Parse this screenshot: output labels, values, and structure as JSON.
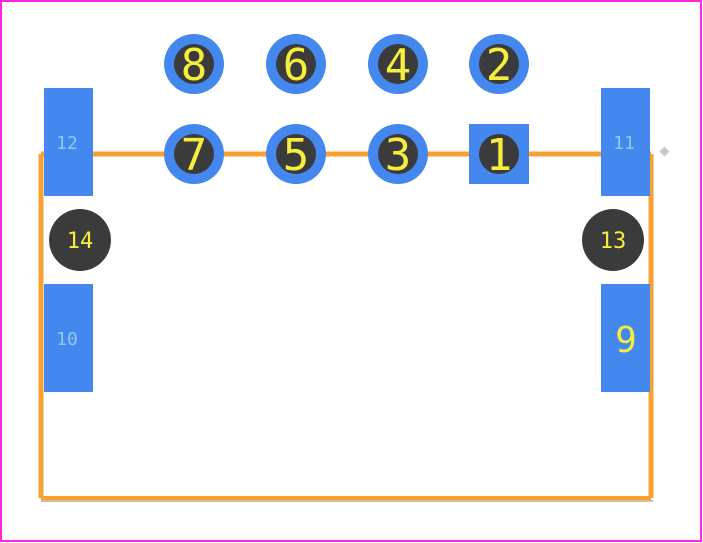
{
  "colors": {
    "background": "#ffffff",
    "board_border": "#ff26e2",
    "outline": "#f7a131",
    "outline_bottom": "#d7be9a",
    "pad": "#4487ee",
    "hole": "#3b3b3b",
    "label_yellow": "#f5ee3c",
    "label_blue": "#8fc9f5",
    "marker": "#c8c8c8"
  },
  "through_hole_pads": [
    {
      "id": "pad-8",
      "label": "8",
      "shape": "circle"
    },
    {
      "id": "pad-6",
      "label": "6",
      "shape": "circle"
    },
    {
      "id": "pad-4",
      "label": "4",
      "shape": "circle"
    },
    {
      "id": "pad-2",
      "label": "2",
      "shape": "circle"
    },
    {
      "id": "pad-7",
      "label": "7",
      "shape": "circle"
    },
    {
      "id": "pad-5",
      "label": "5",
      "shape": "circle"
    },
    {
      "id": "pad-3",
      "label": "3",
      "shape": "circle"
    },
    {
      "id": "pad-1",
      "label": "1",
      "shape": "square"
    }
  ],
  "smd_pads": [
    {
      "id": "pad-12",
      "label": "12"
    },
    {
      "id": "pad-11",
      "label": "11"
    },
    {
      "id": "pad-10",
      "label": "10"
    },
    {
      "id": "pad-9",
      "label": "9"
    }
  ],
  "mounting_holes": [
    {
      "id": "hole-14",
      "label": "14"
    },
    {
      "id": "hole-13",
      "label": "13"
    }
  ]
}
